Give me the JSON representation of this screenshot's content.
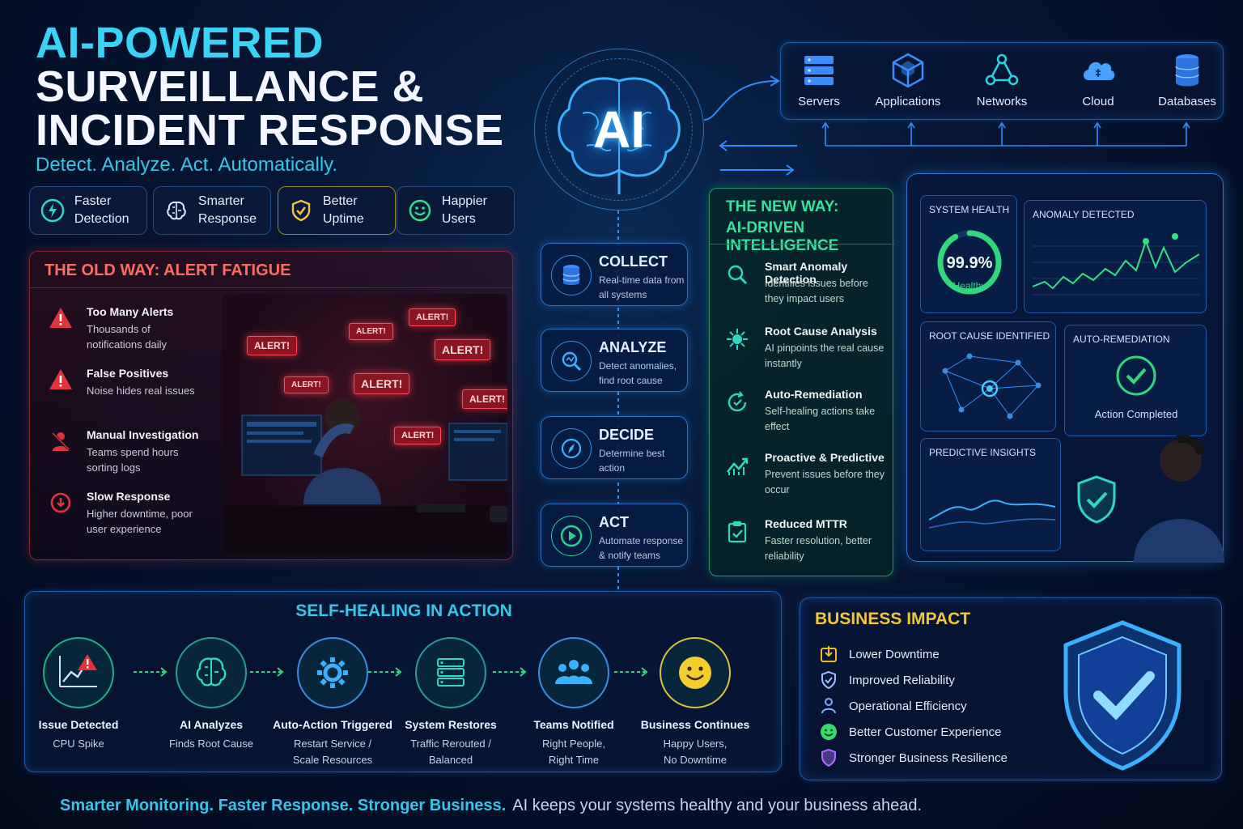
{
  "title": {
    "line1": "AI-POWERED",
    "line2": "SURVEILLANCE &",
    "line3": "INCIDENT RESPONSE",
    "tagline": "Detect. Analyze. Act. Automatically."
  },
  "features": [
    {
      "label": "Faster Detection",
      "icon": "lightning-icon"
    },
    {
      "label": "Smarter Response",
      "icon": "brain-icon"
    },
    {
      "label": "Better Uptime",
      "icon": "shield-check-icon"
    },
    {
      "label": "Happier Users",
      "icon": "smiley-icon"
    }
  ],
  "old_way": {
    "title": "THE OLD WAY: ALERT FATIGUE",
    "items": [
      {
        "heading": "Too Many Alerts",
        "desc": "Thousands of notifications daily"
      },
      {
        "heading": "False Positives",
        "desc": "Noise hides real issues"
      },
      {
        "heading": "Manual Investigation",
        "desc": "Teams spend hours sorting logs"
      },
      {
        "heading": "Slow Response",
        "desc": "Higher downtime, poor user experience"
      }
    ],
    "alert_label": "ALERT!"
  },
  "ai_label": "AI",
  "systems": [
    {
      "label": "Servers",
      "icon": "server-icon"
    },
    {
      "label": "Applications",
      "icon": "cube-icon"
    },
    {
      "label": "Networks",
      "icon": "network-icon"
    },
    {
      "label": "Cloud",
      "icon": "cloud-icon"
    },
    {
      "label": "Databases",
      "icon": "database-icon"
    }
  ],
  "pipeline": [
    {
      "heading": "COLLECT",
      "desc": "Real-time data from all systems"
    },
    {
      "heading": "ANALYZE",
      "desc": "Detect anomalies, find root cause"
    },
    {
      "heading": "DECIDE",
      "desc": "Determine best action"
    },
    {
      "heading": "ACT",
      "desc": "Automate response & notify teams"
    }
  ],
  "new_way": {
    "title1": "THE NEW WAY:",
    "title2": "AI-DRIVEN INTELLIGENCE",
    "items": [
      {
        "heading": "Smart Anomaly Detection",
        "desc": "Identifies issues before they impact users"
      },
      {
        "heading": "Root Cause Analysis",
        "desc": "AI pinpoints the real cause instantly"
      },
      {
        "heading": "Auto-Remediation",
        "desc": "Self-healing actions take effect"
      },
      {
        "heading": "Proactive & Predictive",
        "desc": "Prevent issues before they occur"
      },
      {
        "heading": "Reduced MTTR",
        "desc": "Faster resolution, better reliability"
      }
    ]
  },
  "dashboard": {
    "system_health": "SYSTEM HEALTH",
    "health_value": "99.9%",
    "health_status": "Healthy",
    "health_fraction": 0.999,
    "anomaly": "ANOMALY DETECTED",
    "root_cause": "ROOT CAUSE IDENTIFIED",
    "auto_remediation": "AUTO-REMEDIATION",
    "action_completed": "Action Completed",
    "predictive": "PREDICTIVE INSIGHTS"
  },
  "self_healing": {
    "title": "SELF-HEALING IN ACTION",
    "steps": [
      {
        "heading": "Issue Detected",
        "desc1": "CPU Spike",
        "desc2": ""
      },
      {
        "heading": "AI Analyzes",
        "desc1": "Finds Root Cause",
        "desc2": ""
      },
      {
        "heading": "Auto-Action Triggered",
        "desc1": "Restart Service /",
        "desc2": "Scale Resources"
      },
      {
        "heading": "System Restores",
        "desc1": "Traffic Rerouted /",
        "desc2": "Balanced"
      },
      {
        "heading": "Teams Notified",
        "desc1": "Right People,",
        "desc2": "Right Time"
      },
      {
        "heading": "Business Continues",
        "desc1": "Happy Users,",
        "desc2": "No Downtime"
      }
    ]
  },
  "business_impact": {
    "title": "BUSINESS IMPACT",
    "items": [
      {
        "label": "Lower Downtime",
        "color": "#f2b731"
      },
      {
        "label": "Improved Reliability",
        "color": "#9fc2ff"
      },
      {
        "label": "Operational Efficiency",
        "color": "#7fb0ff"
      },
      {
        "label": "Better Customer Experience",
        "color": "#39d96a"
      },
      {
        "label": "Stronger Business Resilience",
        "color": "#b070ff"
      }
    ]
  },
  "footer": {
    "strong": "Smarter Monitoring. Faster Response. Stronger Business.",
    "rest": "AI keeps your systems healthy and your business ahead."
  },
  "colors": {
    "accent_cyan": "#35c7e8",
    "alert_red": "#ff4a55",
    "success_green": "#37e39a",
    "gold": "#f2c53d"
  }
}
